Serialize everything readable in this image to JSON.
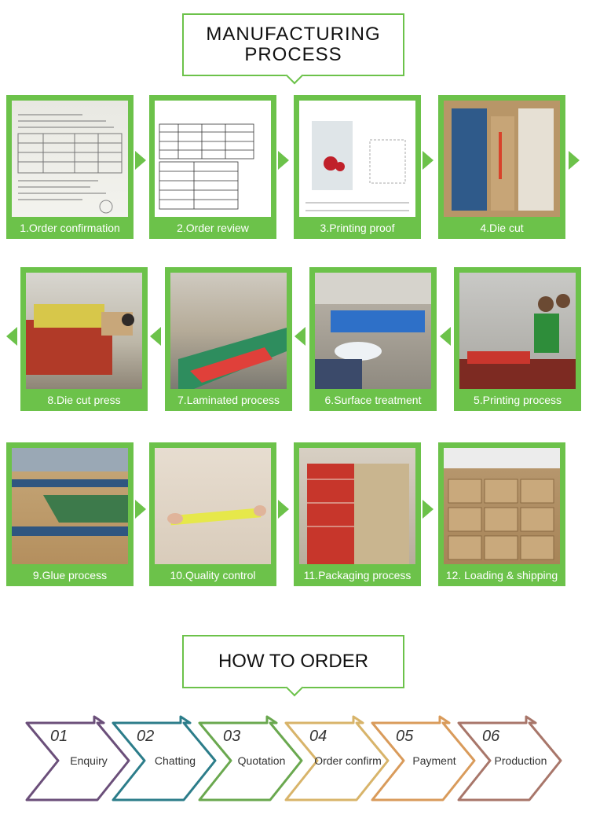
{
  "header": {
    "title": "MANUFACTURING\nPROCESS"
  },
  "process": [
    {
      "label": "1.Order confirmation"
    },
    {
      "label": "2.Order review"
    },
    {
      "label": "3.Printing proof"
    },
    {
      "label": "4.Die cut"
    },
    {
      "label": "5.Printing process"
    },
    {
      "label": "6.Surface treatment"
    },
    {
      "label": "7.Laminated process"
    },
    {
      "label": "8.Die cut press"
    },
    {
      "label": "9.Glue process"
    },
    {
      "label": "10.Quality control"
    },
    {
      "label": "11.Packaging process"
    },
    {
      "label": "12. Loading & shipping"
    }
  ],
  "how": {
    "title": "HOW TO ORDER"
  },
  "steps": [
    {
      "num": "01",
      "label": "Enquiry",
      "color": "#6b4f7a"
    },
    {
      "num": "02",
      "label": "Chatting",
      "color": "#2c7d8a"
    },
    {
      "num": "03",
      "label": "Quotation",
      "color": "#6aa84f"
    },
    {
      "num": "04",
      "label": "Order confirm",
      "color": "#d8b46a"
    },
    {
      "num": "05",
      "label": "Payment",
      "color": "#d99b5b"
    },
    {
      "num": "06",
      "label": "Production",
      "color": "#a8766a"
    }
  ],
  "colors": {
    "accent": "#6cc24a"
  }
}
